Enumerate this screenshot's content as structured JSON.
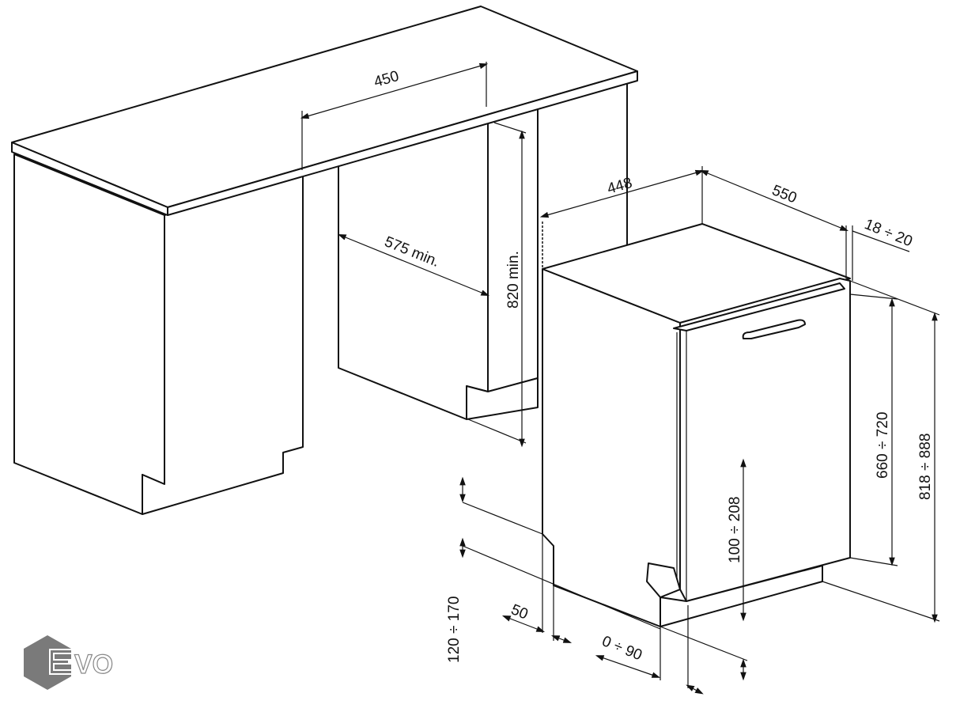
{
  "dimensions": {
    "counter_depth": "450",
    "cabinet_depth": "575 min.",
    "cabinet_height": "820 min.",
    "appliance_width": "448",
    "appliance_depth": "550",
    "door_thickness": "18 ÷ 20",
    "door_height": "660 ÷ 720",
    "total_height": "818 ÷ 888",
    "plinth_gap": "100 ÷ 208",
    "plinth_height": "120 ÷ 170",
    "plinth_offset": "50",
    "plinth_depth": "0 ÷ 90"
  },
  "logo": {
    "text": "EVO",
    "color": "#7a7a7a"
  }
}
